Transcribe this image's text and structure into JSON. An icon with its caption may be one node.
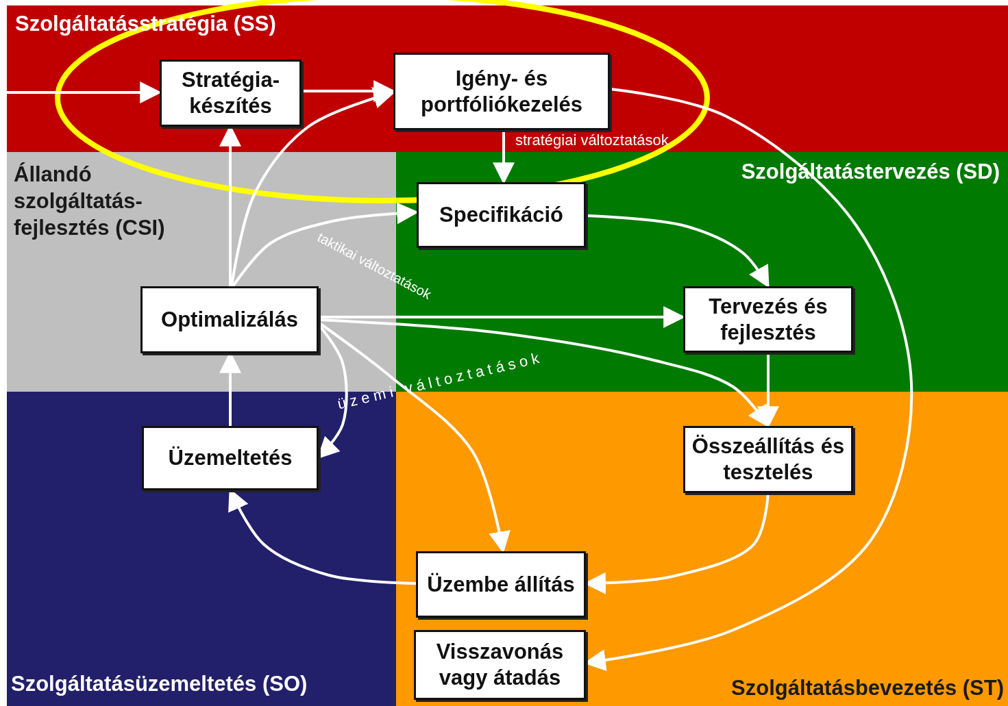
{
  "diagram": {
    "nodes": [
      {
        "text": [
          "Szolgáltatásstratégia (SS)"
        ]
      },
      {
        "text": [
          "Stratégia- készítés"
        ],
        "in": 0
      },
      {
        "text": [
          "Igény- és portfóliókezelés"
        ],
        "in": 0
      },
      {
        "text": [
          "Állandó szolgáltatás- fejlesztés (CSI)"
        ]
      },
      {
        "text": [
          "Szolgáltatástervezés (SD)"
        ]
      },
      {
        "text": [
          "Specifikáció"
        ],
        "in": 4
      },
      {
        "text": [
          "Optimalizálás"
        ],
        "in": 3
      },
      {
        "text": [
          "Tervezés és fejlesztés"
        ],
        "in": 4
      },
      {
        "text": [
          "Szolgáltatásüzemeltetés (SO)"
        ]
      },
      {
        "text": [
          "Üzemeltetés"
        ],
        "in": 8
      },
      {
        "text": [
          "Szolgáltatásbevezetés (ST)"
        ]
      },
      {
        "text": [
          "Összeállítás és tesztelés"
        ],
        "in": 10
      },
      {
        "text": [
          "Üzembe állítás"
        ],
        "in": 10
      },
      {
        "text": [
          "Visszavonás vagy átadás"
        ],
        "in": 10
      }
    ],
    "edges": [
      {
        "from": null,
        "to": 1,
        "arrow": "to"
      },
      {
        "from": 1,
        "to": 2,
        "arrow": "to"
      },
      {
        "from": 2,
        "to": 5,
        "arrow": "to",
        "label": "stratégiai változtatások"
      },
      {
        "from": 2,
        "to": 13,
        "arrow": "to"
      },
      {
        "from": 6,
        "to": 1,
        "arrow": "to"
      },
      {
        "from": 6,
        "to": 2,
        "arrow": "to"
      },
      {
        "from": 6,
        "to": 5,
        "arrow": "to",
        "label": "taktikai változtatások"
      },
      {
        "from": 6,
        "to": 7,
        "arrow": "to"
      },
      {
        "from": 6,
        "to": 11,
        "arrow": "to",
        "label": "üzemi változtatások"
      },
      {
        "from": 6,
        "to": 12,
        "arrow": "to"
      },
      {
        "from": 6,
        "to": 9,
        "arrow": "to"
      },
      {
        "from": 9,
        "to": 6,
        "arrow": "to"
      },
      {
        "from": 5,
        "to": 7,
        "arrow": "to"
      },
      {
        "from": 7,
        "to": 11,
        "arrow": "to"
      },
      {
        "from": 11,
        "to": 12,
        "arrow": "to"
      },
      {
        "from": 12,
        "to": 9,
        "arrow": "to"
      }
    ]
  }
}
